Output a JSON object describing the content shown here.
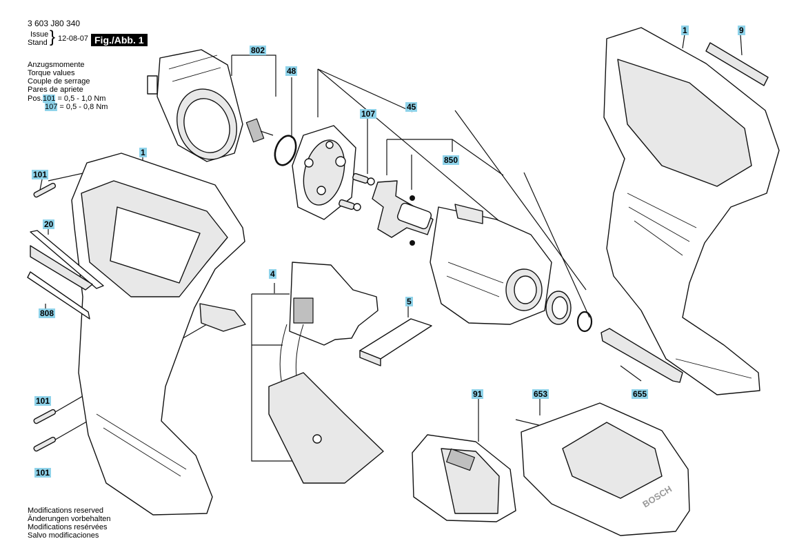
{
  "header": {
    "doc_number": "3 603 J80 340",
    "issue_label": "Issue",
    "stand_label": "Stand",
    "issue_date": "12-08-07",
    "fig_label": "Fig./Abb. 1"
  },
  "torque": {
    "title_lines": [
      "Anzugsmomente",
      "Torque values",
      "Couple de serrage",
      "Pares de apriete"
    ],
    "pos_prefix": "Pos.",
    "rows": [
      {
        "pos": "101",
        "value": "= 0,5 -  1,0 Nm"
      },
      {
        "pos": "107",
        "value": "= 0,5 -  0,8 Nm"
      }
    ]
  },
  "footer": {
    "lines": [
      "Modifications reserved",
      "Änderungen vorbehalten",
      "Modifications resérvées",
      "Salvo modificaciones"
    ]
  },
  "part_labels": {
    "motor": "802",
    "o_ring": "48",
    "screw_107": "107",
    "gear_assembly": "45",
    "gear_850": "850",
    "housing_left": "1",
    "housing_right": "1",
    "nameplate": "9",
    "screw_top": "101",
    "label_20": "20",
    "label_808": "808",
    "screw_mid": "101",
    "screw_bottom": "101",
    "switch": "4",
    "slider": "5",
    "bit": "655",
    "battery": "91",
    "charger": "653"
  },
  "brand": "BOSCH",
  "colors": {
    "highlight": "#8fd3ea",
    "line": "#111111"
  }
}
